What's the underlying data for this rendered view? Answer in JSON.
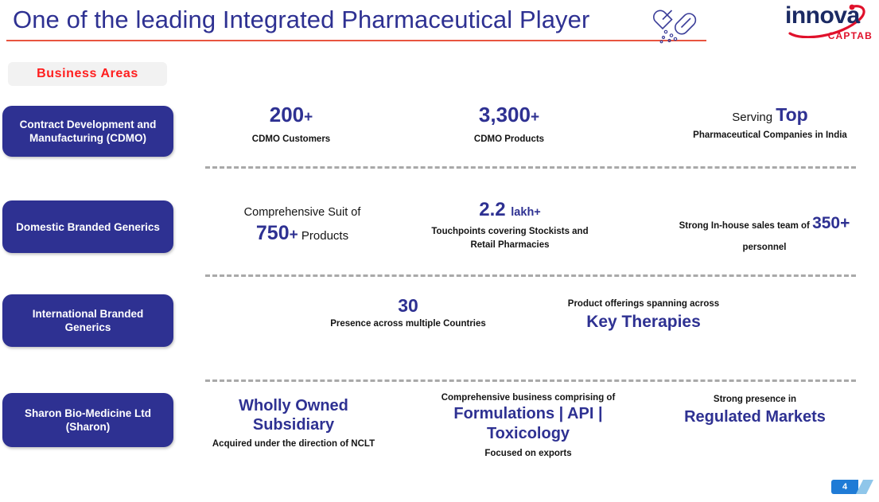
{
  "header": {
    "title": "One of the leading Integrated Pharmaceutical Player",
    "capsule_icon": "capsule-pill-icon",
    "rule_color": "#E8543F",
    "logo": {
      "word": "innova",
      "sub": "CAPTAB",
      "word_color": "#1B2A63",
      "sub_color": "#E0112B",
      "swoosh_color": "#E0112B"
    }
  },
  "section_chip": {
    "label": "Business  Areas",
    "text_color": "#FF1E1E",
    "bg_color": "#F2F2F2"
  },
  "theme": {
    "navy": "#2E3192",
    "text": "#141414",
    "dash": "#A9A9A9"
  },
  "rows": [
    {
      "pill_label": "Contract Development and Manufacturing (CDMO)",
      "cells": [
        {
          "number": "200",
          "plus": "+",
          "label": "CDMO  Customers"
        },
        {
          "number": "3,300",
          "plus": "+",
          "label": "CDMO Products"
        },
        {
          "lead": "Serving",
          "highlight": "Top",
          "label": "Pharmaceutical Companies in India"
        }
      ]
    },
    {
      "pill_label": "Domestic Branded Generics",
      "cells": [
        {
          "lead": "Comprehensive Suit of",
          "number": "750",
          "plus": "+",
          "suffix": " Products"
        },
        {
          "number": "2.2",
          "unit": "lakh+",
          "label_line1": "Touchpoints covering Stockists and",
          "label_line2": "Retail Pharmacies"
        },
        {
          "lead": "Strong In-house sales team of",
          "number": "350+",
          "label": "personnel"
        }
      ]
    },
    {
      "pill_label": "International Branded Generics",
      "cells": [
        {
          "number": "30",
          "label": "Presence across multiple Countries"
        },
        {
          "lead": "Product offerings spanning across",
          "highlight": "Key Therapies"
        }
      ]
    },
    {
      "pill_label": "Sharon Bio-Medicine Ltd (Sharon)",
      "cells": [
        {
          "highlight_line1": "Wholly Owned",
          "highlight_line2": "Subsidiary",
          "label": "Acquired under the direction of NCLT"
        },
        {
          "lead": "Comprehensive business comprising of",
          "highlight_line1": "Formulations | API |",
          "highlight_line2": "Toxicology",
          "label": "Focused on exports"
        },
        {
          "lead": "Strong presence in",
          "highlight": "Regulated Markets"
        }
      ]
    }
  ],
  "page_badge": {
    "number": "4",
    "color": "#1F7BD6"
  }
}
